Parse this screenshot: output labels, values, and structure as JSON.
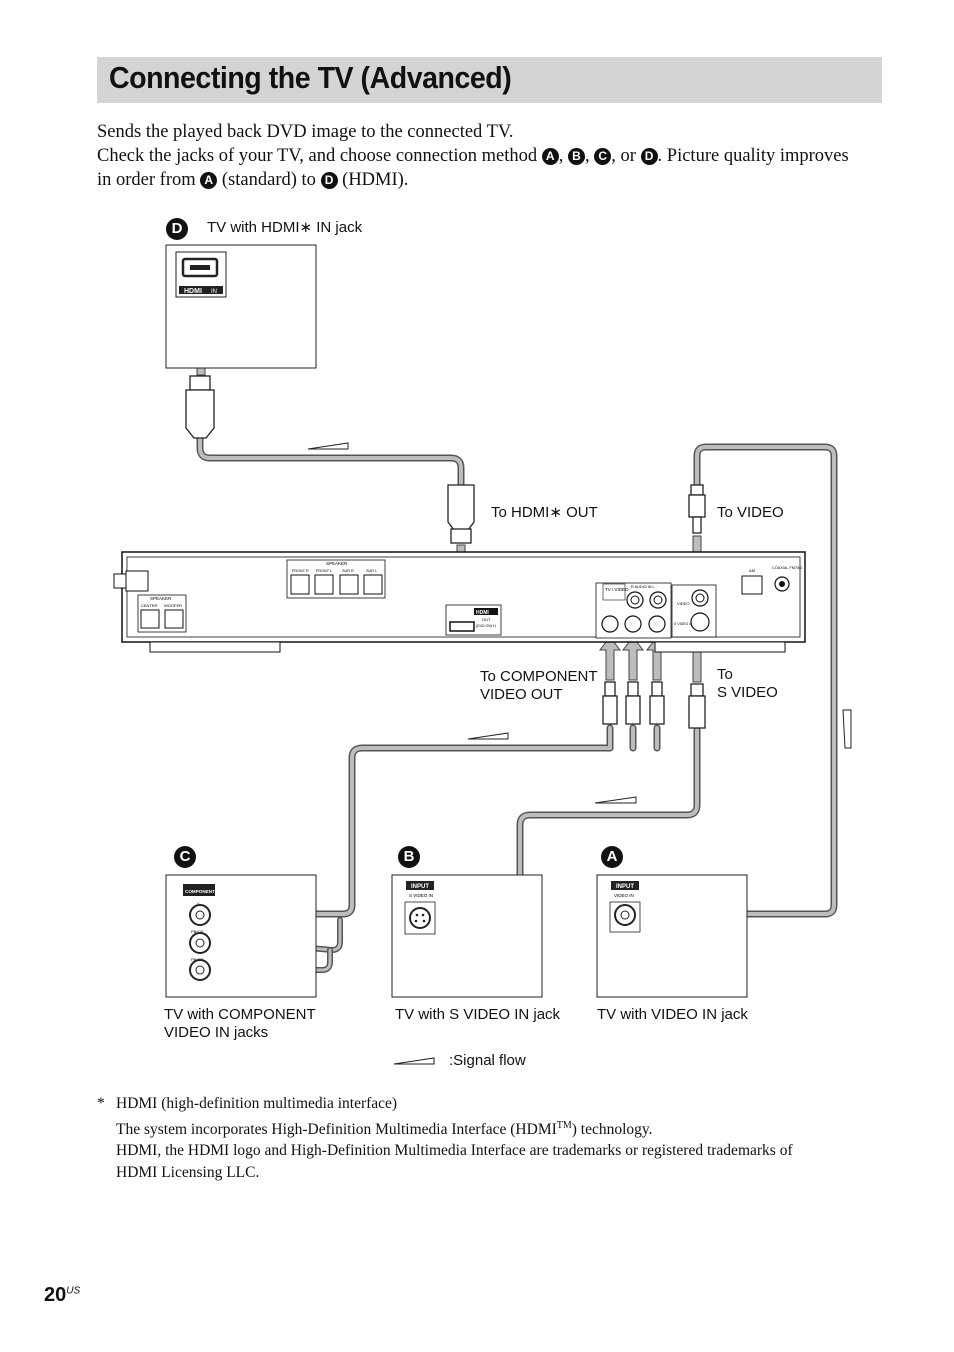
{
  "title": "Connecting the TV (Advanced)",
  "intro": {
    "line1": "Sends the played back DVD image to the connected TV.",
    "line2_pre": "Check the jacks of your TV, and choose connection method",
    "line2_mid1": ",",
    "line2_mid2": ",",
    "line2_mid3": ", or",
    "line2_post": ". Picture quality improves",
    "line3_pre": "in order from",
    "line3_mid": "(standard) to",
    "line3_post": "(HDMI)."
  },
  "badges": {
    "a": "A",
    "b": "B",
    "c": "C",
    "d": "D"
  },
  "labels": {
    "tv_hdmi": "TV with HDMI∗ IN jack",
    "to_hdmi_out": "To HDMI∗ OUT",
    "to_video": "To VIDEO",
    "to_component_1": "To COMPONENT",
    "to_component_2": "VIDEO OUT",
    "to_svideo_1": "To",
    "to_svideo_2": "S VIDEO",
    "tv_component_1": "TV with COMPONENT",
    "tv_component_2": "VIDEO IN jacks",
    "tv_svideo": "TV with S VIDEO IN jack",
    "tv_video": "TV with VIDEO IN jack",
    "signal_flow": ":Signal flow"
  },
  "panel_text": {
    "hdmi_logo": "HDMI",
    "hdmi_in": "IN",
    "component_in": "COMPONENT VIDEO IN",
    "y": "Y",
    "pb": "PB/CB",
    "pr": "PR/CR",
    "input": "INPUT",
    "s_video_in": "S VIDEO IN",
    "video_in": "VIDEO IN"
  },
  "unit_text": {
    "speaker": "SPEAKER",
    "front_r": "FRONT R",
    "front_l": "FRONT L",
    "sur_r": "SUR R",
    "sur_l": "SUR L",
    "center": "CENTER",
    "woofer": "WOOFER",
    "hdmi_out": "OUT",
    "dvd_only": "(DVD ONLY)",
    "tv_video": "TV / VIDEO",
    "audio_in": "R  AUDIO IN  L",
    "video": "VIDEO",
    "s_video_out": "S VIDEO OUT",
    "am": "AM",
    "coaxial": "COAXIAL FM75Ω"
  },
  "footnote": {
    "star": "*",
    "line1": "HDMI (high-definition multimedia interface)",
    "line2_pre": "The system incorporates High-Definition Multimedia Interface (HDMI",
    "line2_tm": "TM",
    "line2_post": ") technology.",
    "line3": "HDMI, the HDMI logo and High-Definition Multimedia Interface are trademarks or registered trademarks of",
    "line4": "HDMI Licensing LLC."
  },
  "page": {
    "number": "20",
    "suffix": "US"
  }
}
